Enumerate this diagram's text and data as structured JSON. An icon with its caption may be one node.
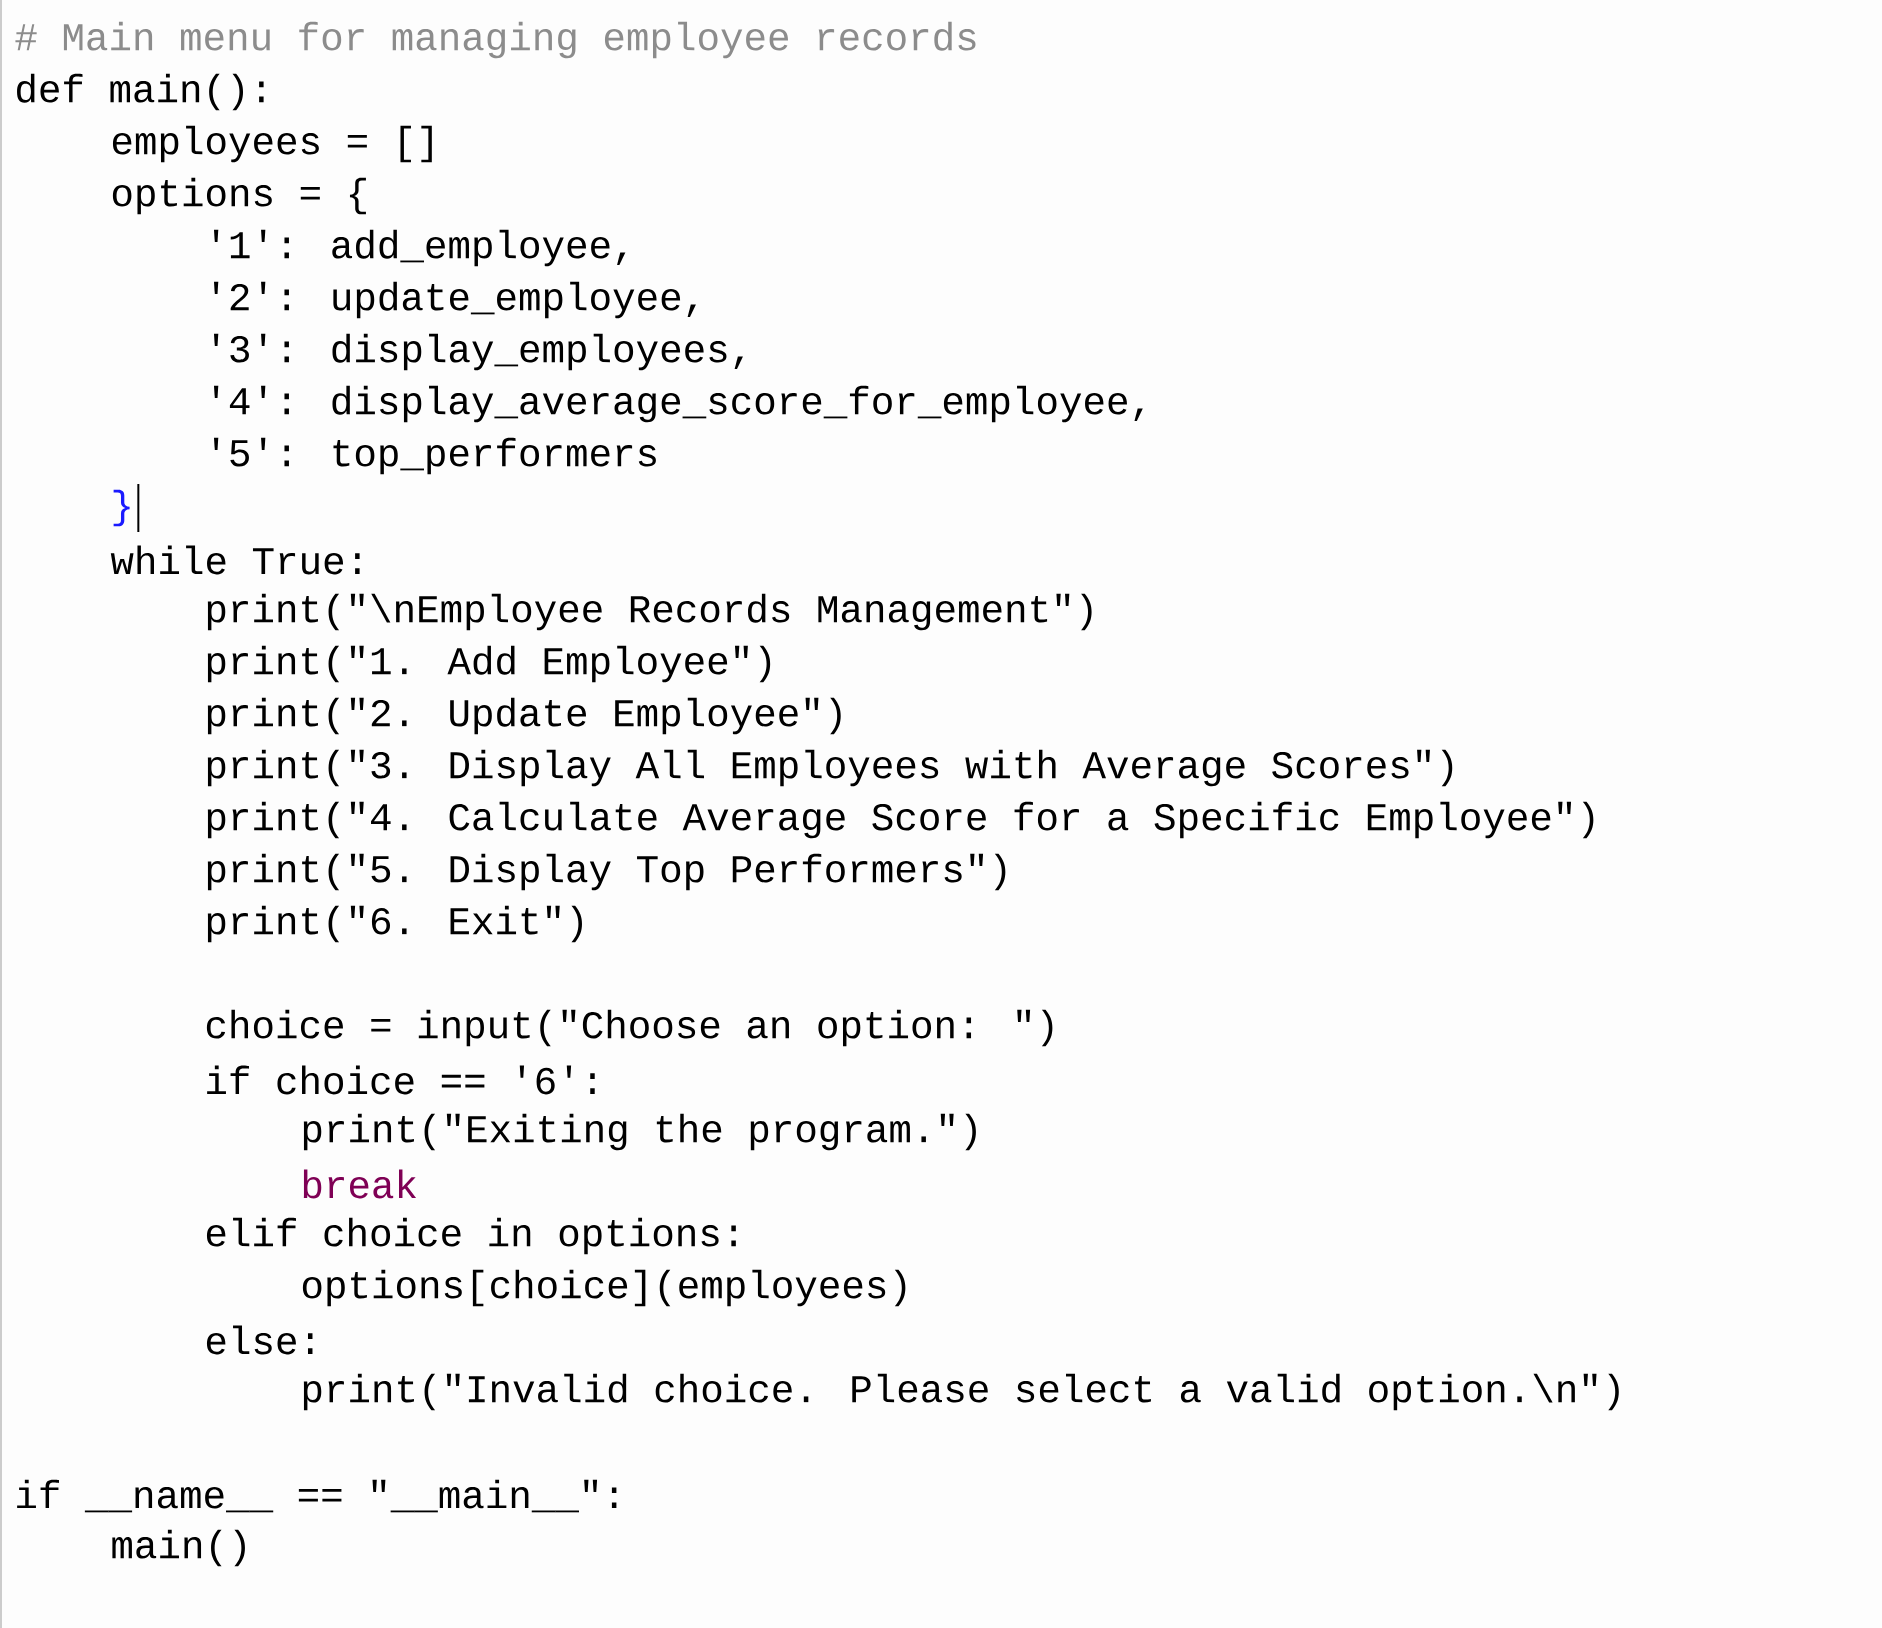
{
  "diagram": {
    "labels": [
      "# Main menu for managing employee records",
      "def main():",
      "employees = []",
      "options = {",
      "'1': add_employee,",
      "'2': update_employee,",
      "'3': display_employees,",
      "'4': display_average_score_for_employee,",
      "'5': top_performers",
      "}",
      "while True:",
      "print(\"\\nEmployee Records Management\")",
      "print(\"1. Add Employee\")",
      "print(\"2. Update Employee\")",
      "print(\"3. Display All Employees with Average Scores\")",
      "print(\"4. Calculate Average Score for a Specific Employee\")",
      "print(\"5. Display Top Performers\")",
      "print(\"6. Exit\")",
      "choice = input(\"Choose an option: \")",
      "if choice == '6':",
      "print(\"Exiting the program.\")",
      "break",
      "elif choice in options:",
      "options[choice](employees)",
      "else:",
      "print(\"Invalid choice. Please select a valid option.\\n\")",
      "if __name__ == \"__main__\":",
      "main()"
    ]
  }
}
